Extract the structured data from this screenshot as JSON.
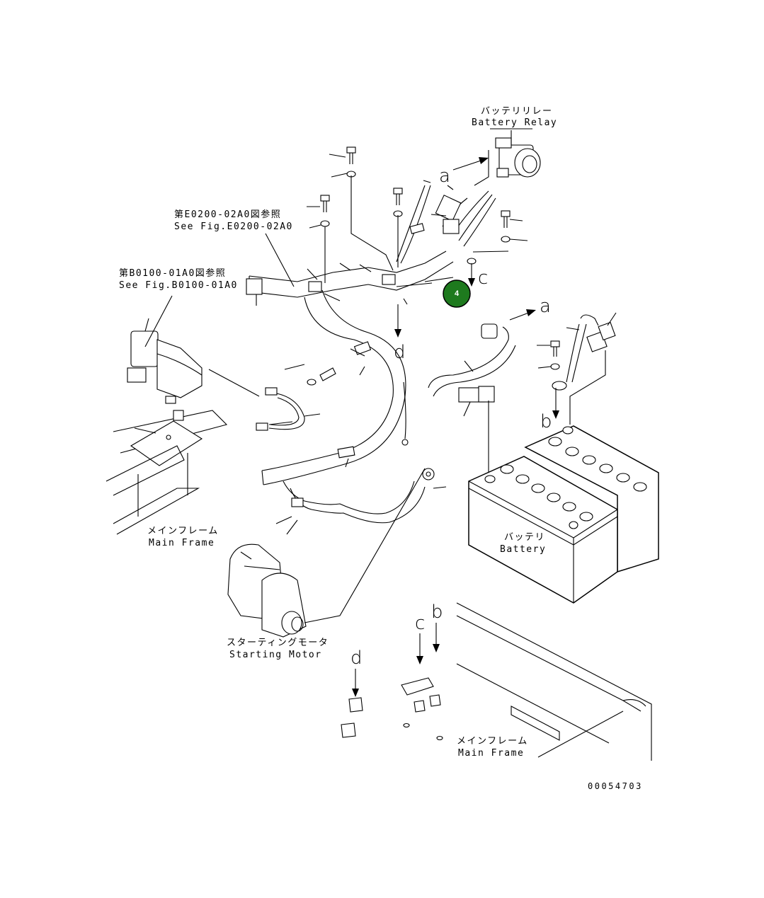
{
  "labels": {
    "battery_relay_jp": "バッテリリレー",
    "battery_relay_en": "Battery Relay",
    "ref_e0200_jp": "第E0200-02A0図参照",
    "ref_e0200_en": "See Fig.E0200-02A0",
    "ref_b0100_jp": "第B0100-01A0図参照",
    "ref_b0100_en": "See Fig.B0100-01A0",
    "main_frame_1_jp": "メインフレーム",
    "main_frame_1_en": "Main Frame",
    "battery_jp": "バッテリ",
    "battery_en": "Battery",
    "starting_motor_jp": "スターティングモータ",
    "starting_motor_en": "Starting Motor",
    "main_frame_2_jp": "メインフレーム",
    "main_frame_2_en": "Main Frame",
    "drawing_number": "00054703"
  },
  "view_letters": {
    "a1": "a",
    "a2": "a",
    "b1": "b",
    "b2": "b",
    "c1": "c",
    "c2": "c",
    "d1": "d",
    "d2": "d"
  },
  "callout": {
    "number": "4",
    "color": "#1e7a1e"
  }
}
